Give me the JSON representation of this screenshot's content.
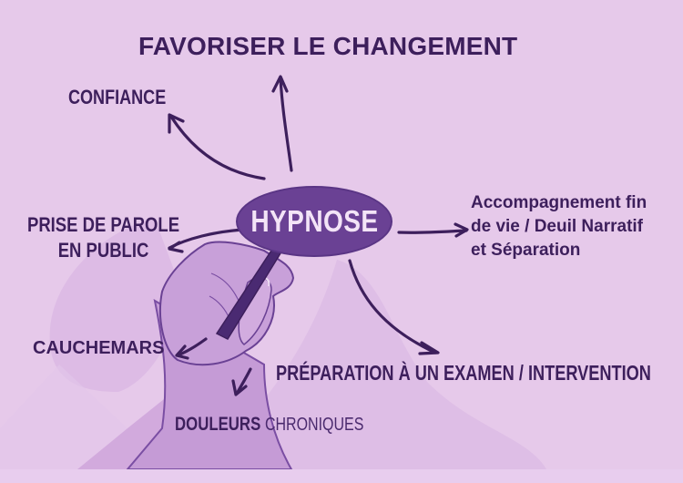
{
  "diagram": {
    "title": "FAVORISER LE CHANGEMENT",
    "center_node": {
      "label": "HYPNOSE",
      "fill_color": "#6a4194",
      "text_color": "#f3e4f7"
    },
    "branches": {
      "confiance": "CONFIANCE",
      "prise_de_parole": {
        "line1": "PRISE DE PAROLE",
        "line2": "EN PUBLIC"
      },
      "accompagnement": {
        "line1": "Accompagnement fin",
        "line2": "de vie / Deuil Narratif",
        "line3": "et Séparation"
      },
      "cauchemars": "CAUCHEMARS",
      "preparation": "PRÉPARATION À UN EXAMEN / INTERVENTION",
      "douleurs": {
        "main": "DOULEURS",
        "sub": "CHRONIQUES"
      }
    },
    "illustration": "hand-holding-pen",
    "colors": {
      "background": "#e6c9ea",
      "text": "#3d1f5c",
      "arrow": "#3d1f5c",
      "hand_fill": "#c9a0d8",
      "hand_outline": "#6a4194"
    }
  }
}
